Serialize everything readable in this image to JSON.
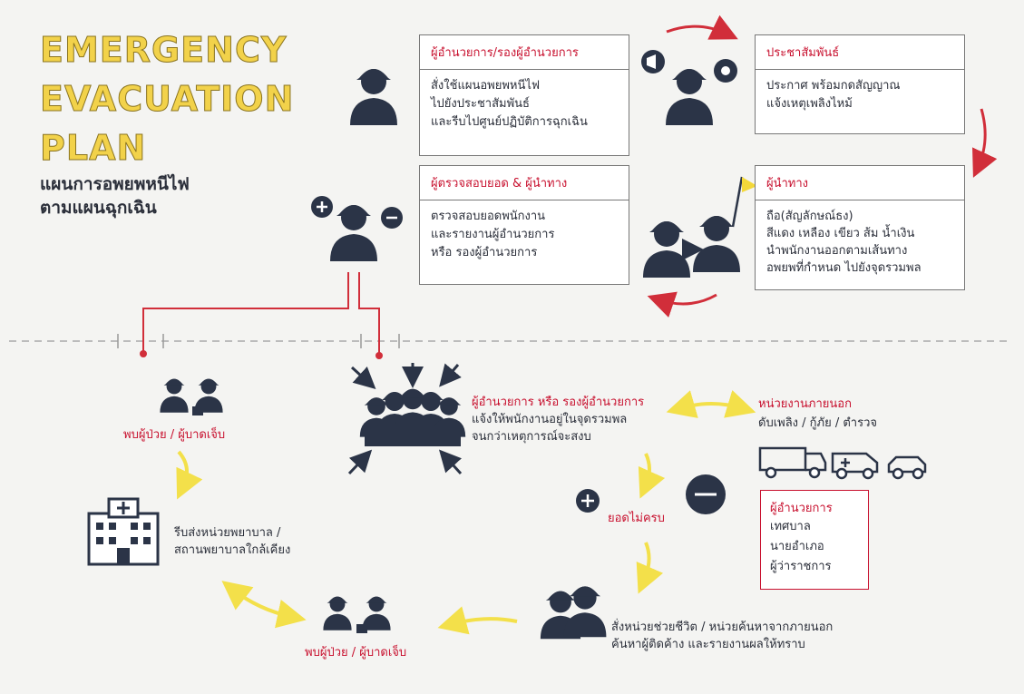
{
  "title": {
    "line1": "EMERGENCY",
    "line2": "EVACUATION",
    "line3": "PLAN",
    "th_line1": "แผนการอพยพหนีไฟ",
    "th_line2": "ตามแผนฉุกเฉิน"
  },
  "director_box": {
    "head": "ผู้อำนวยการ/รองผู้อำนวยการ",
    "lines": [
      "สั่งใช้แผนอพยพหนีไฟ",
      "ไปยังประชาสัมพันธ์",
      "และรีบไปศูนย์ปฏิบัติการฉุกเฉิน"
    ]
  },
  "pr_box": {
    "head": "ประชาสัมพันธ์",
    "lines": [
      "ประกาศ พร้อมกดสัญญาณ",
      "แจ้งเหตุเพลิงไหม้"
    ]
  },
  "inspector_box": {
    "head": "ผู้ตรวจสอบยอด & ผู้นำทาง",
    "lines": [
      "ตรวจสอบยอดพนักงาน",
      "และรายงานผู้อำนวยการ",
      "หรือ รองผู้อำนวยการ"
    ]
  },
  "guide_box": {
    "head": "ผู้นำทาง",
    "lines": [
      "ถือ(สัญลักษณ์ธง)",
      "สีแดง เหลือง เขียว ส้ม น้ำเงิน",
      "นำพนักงานออกตามเส้นทาง",
      "อพยพที่กำหนด ไปยังจุดรวมพล"
    ]
  },
  "assembly": {
    "head": "ผู้อำนวยการ หรือ รองผู้อำนวยการ",
    "lines": [
      "แจ้งให้พนักงานอยู่ในจุดรวมพล",
      "จนกว่าเหตุการณ์จะสงบ"
    ]
  },
  "external": {
    "head": "หน่วยงานภายนอก",
    "line": "ดับเพลิง / กู้ภัย / ตำรวจ"
  },
  "authority_box": {
    "head": "ผู้อำนวยการ",
    "lines": [
      "เทศบาล",
      "นายอำเภอ",
      "ผู้ว่าราชการ"
    ]
  },
  "injured_top": "พบผู้ป่วย / ผู้บาดเจ็บ",
  "injured_bottom": "พบผู้ป่วย / ผู้บาดเจ็บ",
  "hospital": {
    "lines": [
      "รีบส่งหน่วยพยาบาล /",
      "สถานพยาบาลใกล้เคียง"
    ]
  },
  "incomplete": "ยอดไม่ครบ",
  "rescue": {
    "lines": [
      "สั่งหน่วยช่วยชีวิต / หน่วยค้นหาจากภายนอก",
      "ค้นหาผู้ติดค้าง และรายงานผลให้ทราบ"
    ]
  },
  "colors": {
    "accent_red": "#c8102e",
    "title_yellow": "#f2d24a",
    "icon_navy": "#2b3447",
    "arrow_yellow": "#f3e04a"
  }
}
